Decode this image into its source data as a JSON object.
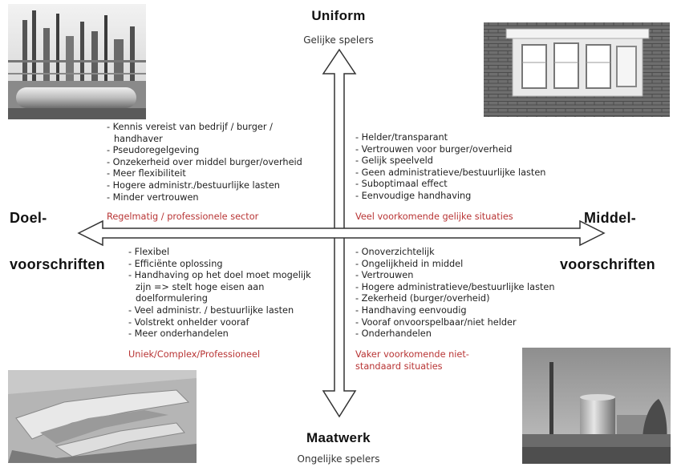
{
  "top": {
    "title": "Uniform",
    "subtitle": "Gelijke spelers"
  },
  "bottom": {
    "title": "Maatwerk",
    "subtitle": "Ongelijke spelers"
  },
  "left": {
    "title_line1": "Doel-",
    "title_line2": "voorschriften"
  },
  "right": {
    "title_line1": "Middel-",
    "title_line2": "voorschriften"
  },
  "quadrants": {
    "top_left": {
      "items": [
        "- Kennis vereist van bedrijf / burger / handhaver",
        "- Pseudoregelgeving",
        "- Onzekerheid over middel burger/overheid",
        "- Meer flexibiliteit",
        "- Hogere administr./bestuurlijke lasten",
        "- Minder vertrouwen"
      ],
      "label": "Regelmatig / professionele sector"
    },
    "top_right": {
      "items": [
        "- Helder/transparant",
        "- Vertrouwen voor burger/overheid",
        "- Gelijk speelveld",
        "- Geen administratieve/bestuurlijke lasten",
        "- Suboptimaal effect",
        "- Eenvoudige handhaving"
      ],
      "label": "Veel voorkomende gelijke situaties"
    },
    "bottom_left": {
      "items": [
        "- Flexibel",
        "- Efficiënte oplossing",
        "- Handhaving op het doel moet mogelijk zijn   => stelt hoge eisen aan doelformulering",
        "- Veel administr. / bestuurlijke lasten",
        "- Volstrekt onhelder vooraf",
        "- Meer onderhandelen"
      ],
      "label": "Uniek/Complex/Professioneel"
    },
    "bottom_right": {
      "items": [
        "- Onoverzichtelijk",
        "- Ongelijkheid in middel",
        "- Vertrouwen",
        "- Hogere administratieve/bestuurlijke lasten",
        "- Zekerheid (burger/overheid)",
        "- Handhaving eenvoudig",
        "- Vooraf onvoorspelbaar/niet helder",
        "- Onderhandelen"
      ],
      "label": "Vaker voorkomende niet-standaard situaties"
    }
  },
  "colors": {
    "accent_red": "#b83434",
    "arrow_fill": "#ffffff",
    "arrow_stroke": "#333333"
  }
}
